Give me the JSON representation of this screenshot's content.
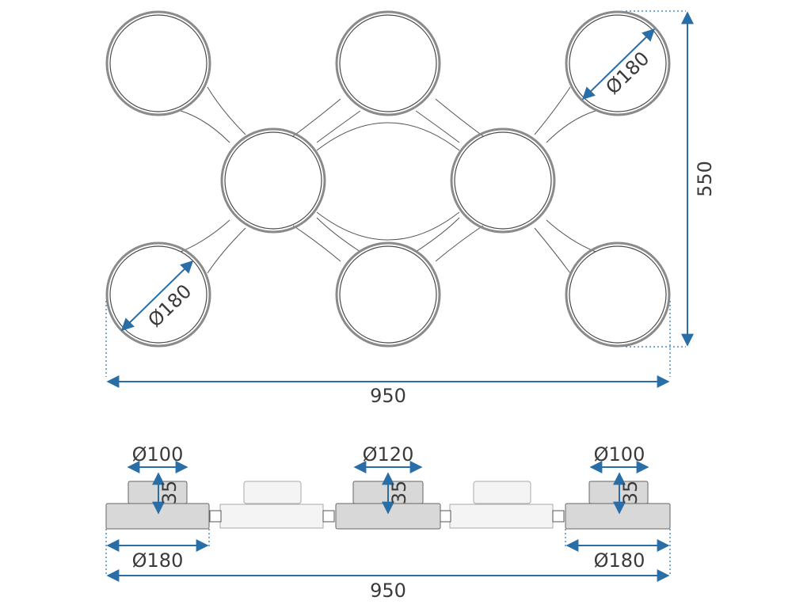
{
  "top_view": {
    "diameter_label_top_right": "Ø180",
    "diameter_label_bottom_left": "Ø180",
    "height_label": "550",
    "width_label": "950"
  },
  "side_view": {
    "left_top_diameter": "Ø100",
    "left_top_height": "35",
    "center_top_diameter": "Ø120",
    "center_top_height": "35",
    "right_top_diameter": "Ø100",
    "right_top_height": "35",
    "left_bottom_diameter": "Ø180",
    "right_bottom_diameter": "Ø180",
    "total_width": "950"
  },
  "colors": {
    "dimension": "#2a6ea8",
    "ring": "#8a8a8a"
  }
}
